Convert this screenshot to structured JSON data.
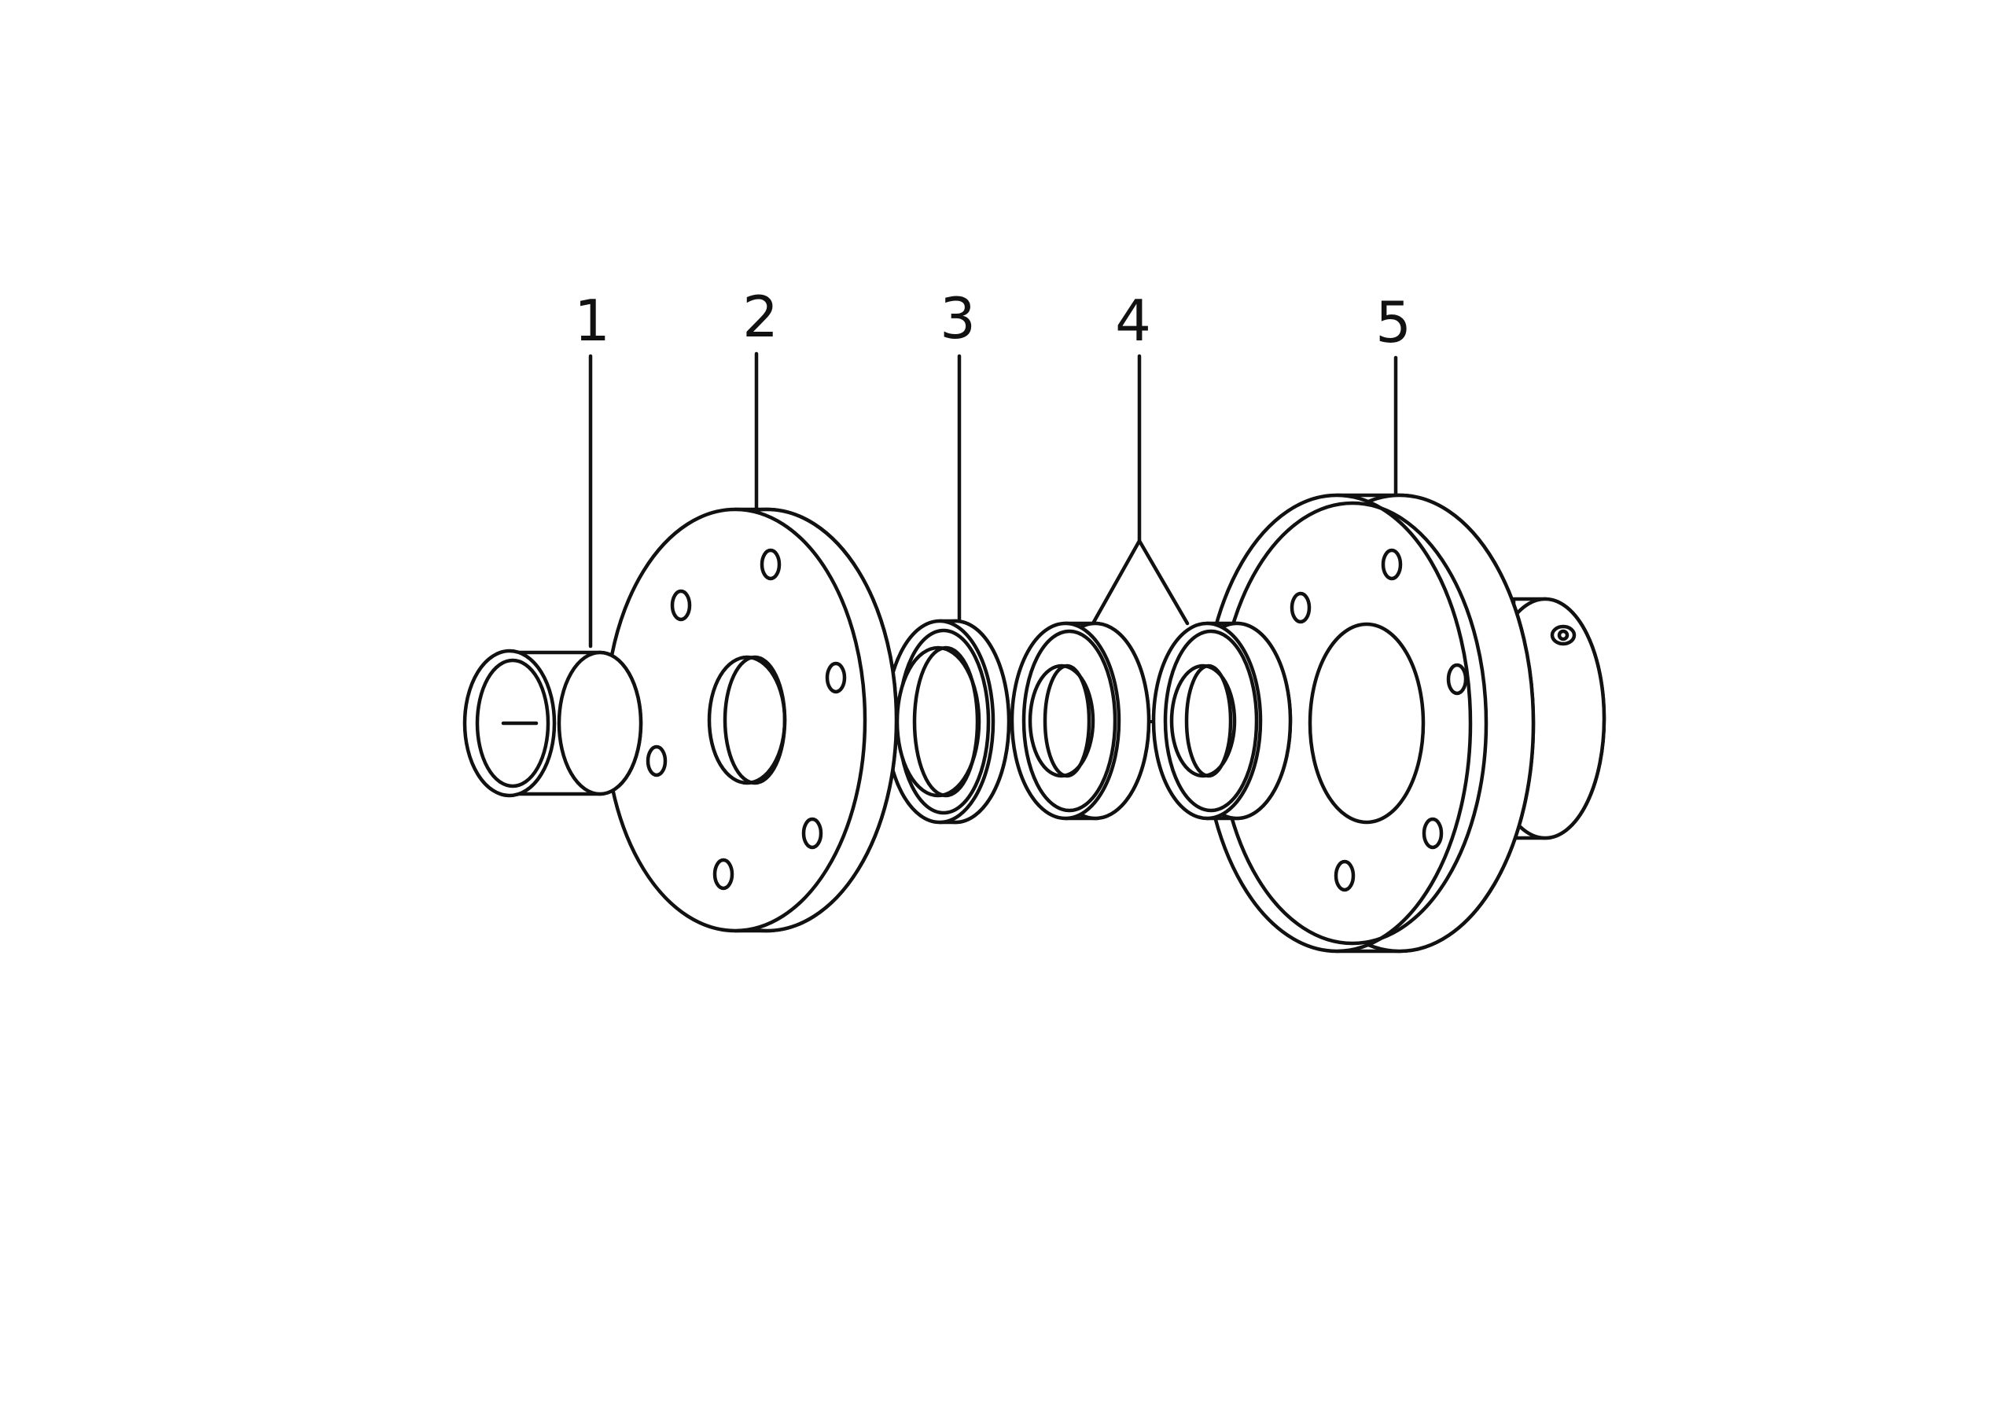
{
  "diagram": {
    "labels": {
      "part1": "1",
      "part2": "2",
      "part3": "3",
      "part4": "4",
      "part5": "5"
    },
    "line_color": "#111111",
    "background_color": "#ffffff"
  }
}
